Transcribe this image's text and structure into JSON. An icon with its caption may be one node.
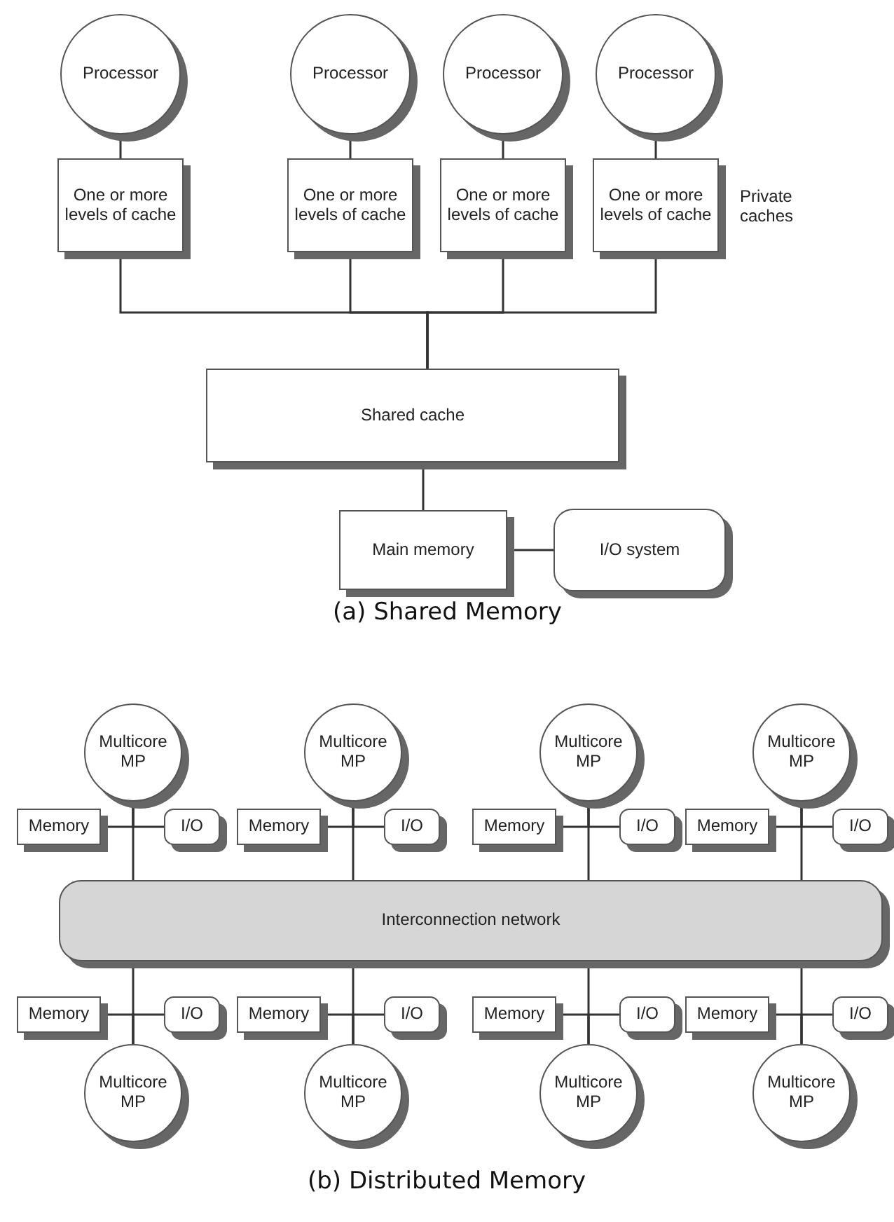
{
  "diagram": {
    "nodes": [
      {
        "text": [
          "Processor"
        ]
      },
      {
        "text": [
          "Processor"
        ]
      },
      {
        "text": [
          "Processor"
        ]
      },
      {
        "text": [
          "Processor"
        ]
      },
      {
        "text": [
          "One or more levels of cache"
        ]
      },
      {
        "text": [
          "One or more levels of cache"
        ]
      },
      {
        "text": [
          "One or more levels of cache"
        ]
      },
      {
        "text": [
          "One or more levels of cache"
        ]
      },
      {
        "text": [
          "Shared cache"
        ]
      },
      {
        "text": [
          "Main memory"
        ]
      },
      {
        "text": [
          "I/O system"
        ]
      },
      {
        "text": [
          "Multicore MP"
        ]
      },
      {
        "text": [
          "Memory"
        ]
      },
      {
        "text": [
          "I/O"
        ]
      },
      {
        "text": [
          "Multicore MP"
        ]
      },
      {
        "text": [
          "Memory"
        ]
      },
      {
        "text": [
          "I/O"
        ]
      },
      {
        "text": [
          "Multicore MP"
        ]
      },
      {
        "text": [
          "Memory"
        ]
      },
      {
        "text": [
          "I/O"
        ]
      },
      {
        "text": [
          "Multicore MP"
        ]
      },
      {
        "text": [
          "Memory"
        ]
      },
      {
        "text": [
          "I/O"
        ]
      },
      {
        "text": [
          "Interconnection network"
        ]
      },
      {
        "text": [
          "Multicore MP"
        ]
      },
      {
        "text": [
          "Memory"
        ]
      },
      {
        "text": [
          "I/O"
        ]
      },
      {
        "text": [
          "Multicore MP"
        ]
      },
      {
        "text": [
          "Memory"
        ]
      },
      {
        "text": [
          "I/O"
        ]
      },
      {
        "text": [
          "Multicore MP"
        ]
      },
      {
        "text": [
          "Memory"
        ]
      },
      {
        "text": [
          "I/O"
        ]
      },
      {
        "text": [
          "Multicore MP"
        ]
      },
      {
        "text": [
          "Memory"
        ]
      },
      {
        "text": [
          "I/O"
        ]
      }
    ],
    "edges": [
      {
        "from": 0,
        "to": 4,
        "arrow": "none"
      },
      {
        "from": 1,
        "to": 5,
        "arrow": "none"
      },
      {
        "from": 2,
        "to": 6,
        "arrow": "none"
      },
      {
        "from": 3,
        "to": 7,
        "arrow": "none"
      },
      {
        "from": 4,
        "to": 8,
        "arrow": "none"
      },
      {
        "from": 5,
        "to": 8,
        "arrow": "none"
      },
      {
        "from": 6,
        "to": 8,
        "arrow": "none"
      },
      {
        "from": 7,
        "to": 8,
        "arrow": "none"
      },
      {
        "from": 8,
        "to": 9,
        "arrow": "none"
      },
      {
        "from": 9,
        "to": 10,
        "arrow": "none"
      },
      {
        "from": 12,
        "to": 11,
        "arrow": "none"
      },
      {
        "from": 13,
        "to": 11,
        "arrow": "none"
      },
      {
        "from": 11,
        "to": 23,
        "arrow": "none"
      },
      {
        "from": 15,
        "to": 14,
        "arrow": "none"
      },
      {
        "from": 16,
        "to": 14,
        "arrow": "none"
      },
      {
        "from": 14,
        "to": 23,
        "arrow": "none"
      },
      {
        "from": 18,
        "to": 17,
        "arrow": "none"
      },
      {
        "from": 19,
        "to": 17,
        "arrow": "none"
      },
      {
        "from": 17,
        "to": 23,
        "arrow": "none"
      },
      {
        "from": 21,
        "to": 20,
        "arrow": "none"
      },
      {
        "from": 22,
        "to": 20,
        "arrow": "none"
      },
      {
        "from": 20,
        "to": 23,
        "arrow": "none"
      },
      {
        "from": 25,
        "to": 24,
        "arrow": "none"
      },
      {
        "from": 26,
        "to": 24,
        "arrow": "none"
      },
      {
        "from": 24,
        "to": 23,
        "arrow": "none"
      },
      {
        "from": 28,
        "to": 27,
        "arrow": "none"
      },
      {
        "from": 29,
        "to": 27,
        "arrow": "none"
      },
      {
        "from": 27,
        "to": 23,
        "arrow": "none"
      },
      {
        "from": 31,
        "to": 30,
        "arrow": "none"
      },
      {
        "from": 32,
        "to": 30,
        "arrow": "none"
      },
      {
        "from": 30,
        "to": 23,
        "arrow": "none"
      },
      {
        "from": 34,
        "to": 33,
        "arrow": "none"
      },
      {
        "from": 35,
        "to": 33,
        "arrow": "none"
      },
      {
        "from": 33,
        "to": 23,
        "arrow": "none"
      }
    ],
    "labels": [
      "Private caches",
      "(a) Shared Memory",
      "(b) Distributed Memory"
    ]
  }
}
